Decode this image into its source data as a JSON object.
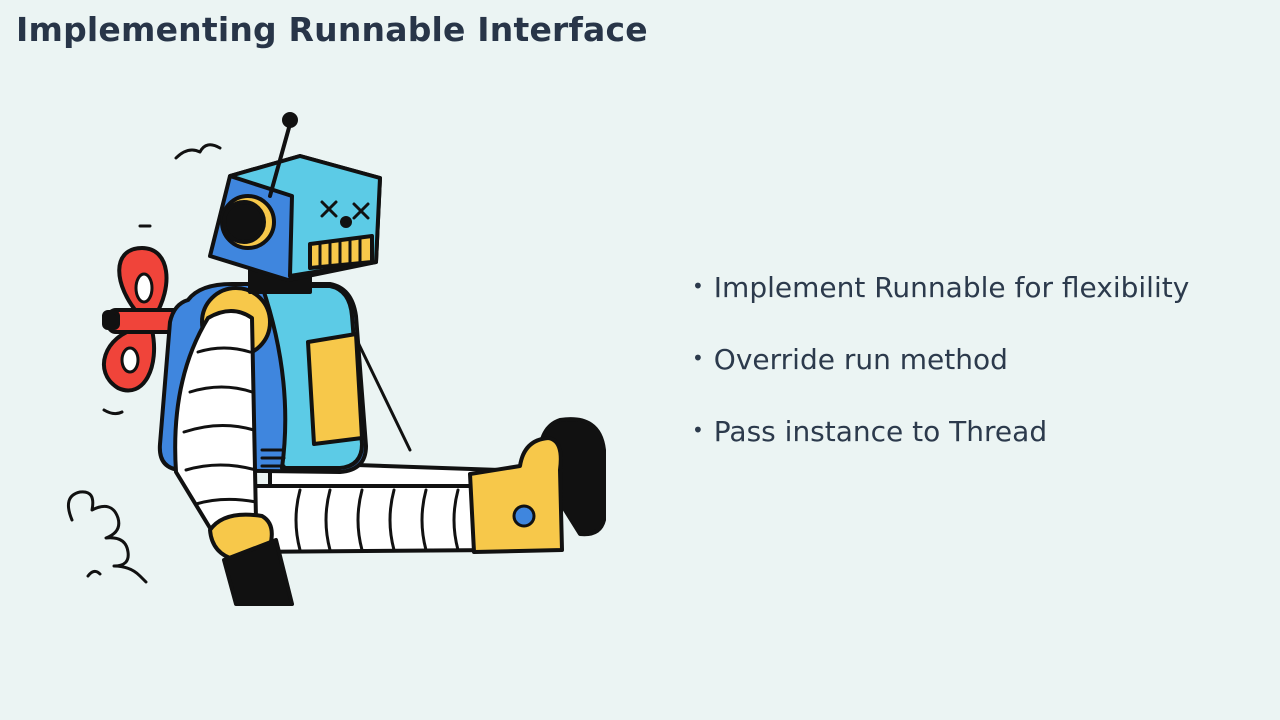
{
  "slide": {
    "title": "Implementing Runnable Interface",
    "bullets": [
      "Implement Runnable for flexibility",
      "Override run method",
      "Pass instance to Thread"
    ]
  },
  "illustration": {
    "subject": "wind-up robot",
    "colors": {
      "outline": "#111111",
      "body_blue": "#3f86de",
      "head_blue": "#3f86de",
      "head_cyan": "#5cc8e8",
      "torso_cyan": "#5ccbe6",
      "yellow": "#f7c84a",
      "key_red": "#f0443a",
      "white": "#ffffff"
    }
  }
}
